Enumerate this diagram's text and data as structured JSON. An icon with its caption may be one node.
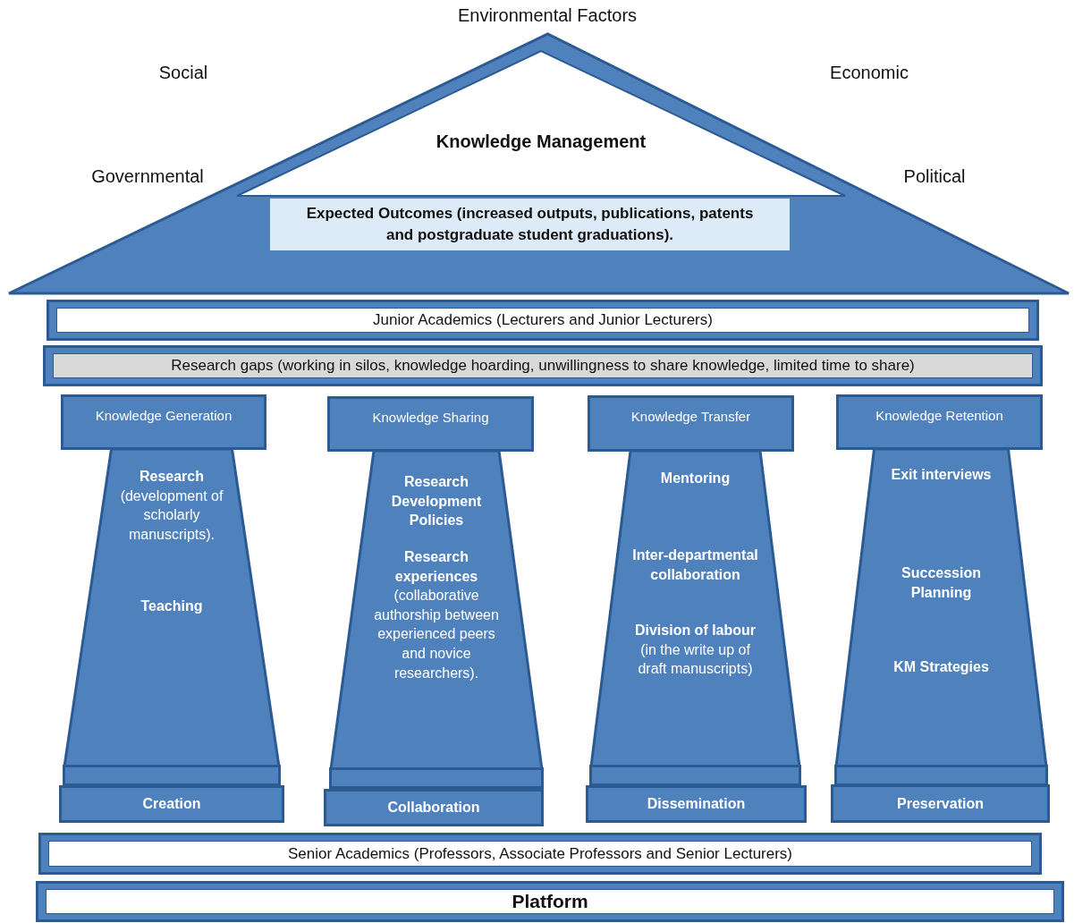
{
  "diagram": {
    "nodes": [
      {
        "text": [],
        "shape": "triangle"
      },
      {
        "text": [
          "Knowledge Management"
        ],
        "in": 0
      },
      {
        "text": [
          "Expected Outcomes (increased outputs, publications, patents and postgraduate student graduations)."
        ],
        "in": 0
      },
      {
        "text": [
          "Junior Academics (Lecturers and Junior Lecturers)"
        ]
      },
      {
        "text": [
          "Research gaps (working in silos, knowledge hoarding, unwillingness to share knowledge, limited time to share)"
        ]
      },
      {
        "text": [
          "Knowledge Generation"
        ]
      },
      {
        "text": [
          "**Research** (development of scholarly manuscripts).",
          "**Teaching**"
        ]
      },
      {
        "text": [],
        "shape": "box"
      },
      {
        "text": [
          "Creation"
        ]
      },
      {
        "text": [
          "Knowledge Sharing"
        ]
      },
      {
        "text": [
          "**Research Development Policies**",
          "**Research experiences** (collaborative authorship between experienced peers and novice researchers)."
        ]
      },
      {
        "text": [],
        "shape": "box"
      },
      {
        "text": [
          "Collaboration"
        ]
      },
      {
        "text": [
          "Knowledge Transfer"
        ]
      },
      {
        "text": [
          "**Mentoring**",
          "**Inter-departmental collaboration**",
          "**Division of labour** (in the write up of draft manuscripts)"
        ]
      },
      {
        "text": [],
        "shape": "box"
      },
      {
        "text": [
          "Dissemination"
        ]
      },
      {
        "text": [
          "Knowledge Retention"
        ]
      },
      {
        "text": [
          "**Exit interviews**",
          "**Succession Planning**",
          "**KM Strategies**"
        ]
      },
      {
        "text": [],
        "shape": "box"
      },
      {
        "text": [
          "Preservation"
        ]
      },
      {
        "text": [
          "Senior Academics (Professors, Associate Professors and Senior Lecturers)"
        ]
      },
      {
        "text": [
          "Platform"
        ]
      }
    ],
    "labels": [
      "Environmental Factors",
      "Social",
      "Economic",
      "Governmental",
      "Political"
    ]
  }
}
